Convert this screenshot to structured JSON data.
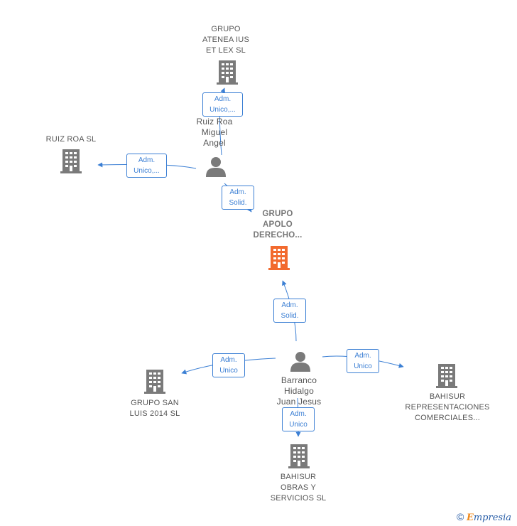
{
  "nodes": {
    "grupo_atenea": {
      "label": "GRUPO\nATENEA IUS\nET LEX SL",
      "type": "company"
    },
    "ruiz_roa_sl": {
      "label": "RUIZ ROA  SL",
      "type": "company"
    },
    "ruiz_roa_person": {
      "label": "Ruiz Roa\nMiguel\nAngel",
      "type": "person"
    },
    "grupo_apolo": {
      "label": "GRUPO\nAPOLO\nDERECHO...",
      "type": "focus-company"
    },
    "barranco": {
      "label": "Barranco\nHidalgo\nJuan Jesus",
      "type": "person"
    },
    "grupo_san_luis": {
      "label": "GRUPO SAN\nLUIS 2014  SL",
      "type": "company"
    },
    "bahisur_repr": {
      "label": "BAHISUR\nREPRESENTACIONES\nCOMERCIALES...",
      "type": "company"
    },
    "bahisur_obras": {
      "label": "BAHISUR\nOBRAS Y\nSERVICIOS SL",
      "type": "company"
    }
  },
  "edges": {
    "ruiz_to_atenea": {
      "label": "Adm.\nUnico,..."
    },
    "ruiz_to_ruizroasl": {
      "label": "Adm.\nUnico,..."
    },
    "ruiz_to_apolo": {
      "label": "Adm.\nSolid."
    },
    "barranco_to_apolo": {
      "label": "Adm.\nSolid."
    },
    "barranco_to_sanluis": {
      "label": "Adm.\nUnico"
    },
    "barranco_to_bahisur_repr": {
      "label": "Adm.\nUnico"
    },
    "barranco_to_bahisur_obras": {
      "label": "Adm.\nUnico"
    }
  },
  "colors": {
    "edge": "#3b7fd4",
    "company_icon": "#7a7a7a",
    "focus_icon": "#f26a2e",
    "person_icon": "#7a7a7a"
  },
  "icons": {
    "company": "building-icon",
    "person": "person-icon"
  },
  "footer": {
    "copyright_symbol": "©",
    "brand_first": "E",
    "brand_rest": "mpresia"
  }
}
